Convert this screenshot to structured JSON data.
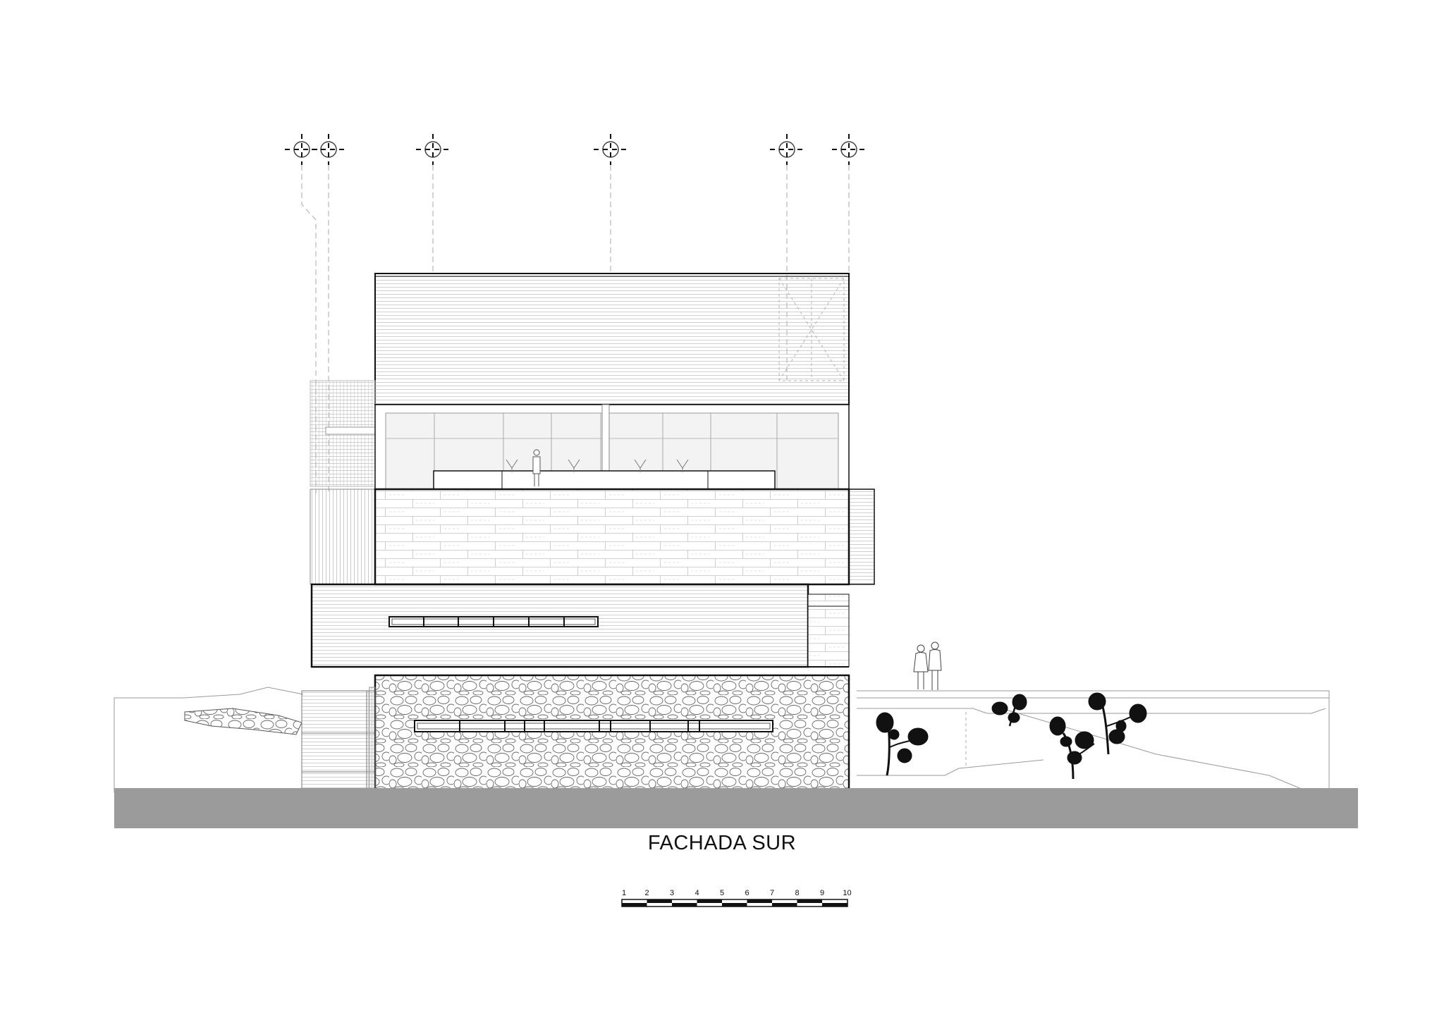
{
  "title": "FACHADA SUR",
  "scale_bar": {
    "labels": [
      "1",
      "2",
      "3",
      "4",
      "5",
      "6",
      "7",
      "8",
      "9",
      "10"
    ]
  },
  "colors": {
    "ground": "#9b9b9b",
    "line": "#111111",
    "hatch": "#bdbdbd"
  }
}
